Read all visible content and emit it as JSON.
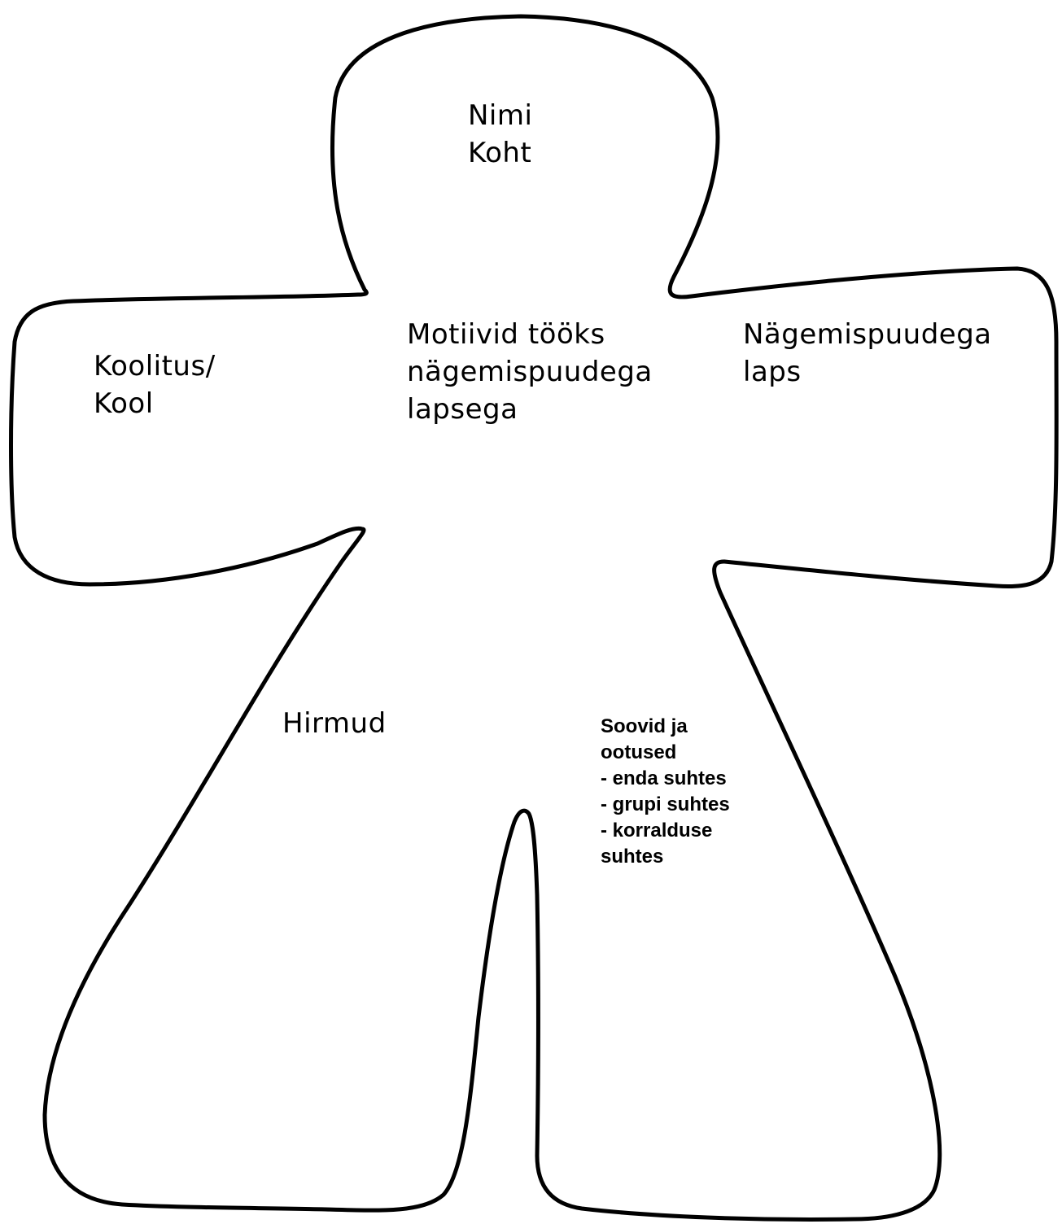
{
  "diagram": {
    "outline_color": "#000000",
    "background_color": "#ffffff",
    "shape": "person-outline",
    "labels": {
      "head": "Nimi\nKoht",
      "center": "Motiivid tööks\nnägemispuudega\nlapsega",
      "left_arm": "Koolitus/\nKool",
      "right_arm": "Nägemispuudega\nlaps",
      "left_leg": "Hirmud",
      "right_leg": "Soovid ja\nootused\n- enda suhtes\n- grupi suhtes\n- korralduse\nsuhtes"
    }
  }
}
